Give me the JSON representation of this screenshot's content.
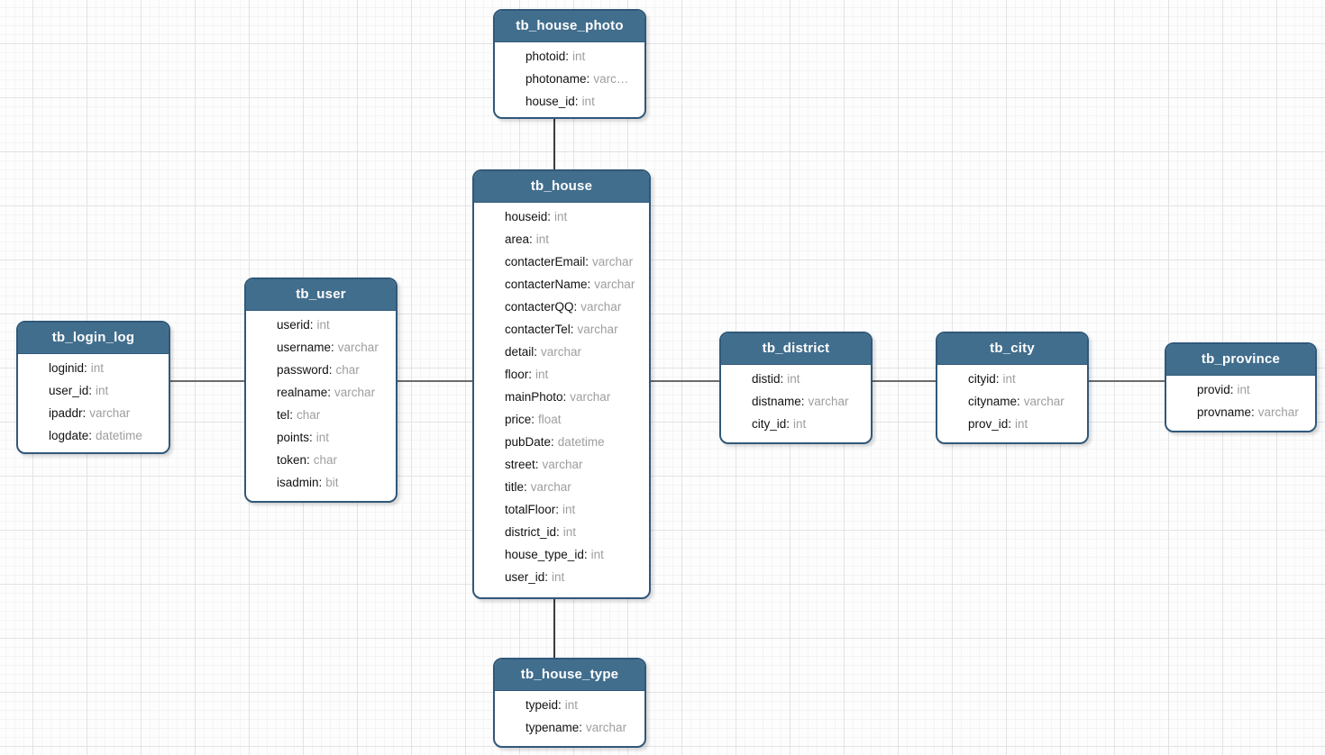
{
  "diagram_title": "database schema diagram",
  "colors": {
    "entity_header_fill": "#426e8d",
    "entity_border": "#30587a",
    "entity_body_fill": "#ffffff",
    "field_name_text": "#111111",
    "field_type_text": "#9e9e9e",
    "connector_line": "#6b6b6b",
    "grid_major_line": "#e3e3e3",
    "grid_minor_line": "#f4f4f4"
  },
  "entities": [
    {
      "id": "tb_house_photo",
      "title": "tb_house_photo",
      "fields": [
        {
          "name": "photoid:",
          "type": "int"
        },
        {
          "name": "photoname:",
          "type": "varc…"
        },
        {
          "name": "house_id:",
          "type": "int"
        }
      ]
    },
    {
      "id": "tb_house",
      "title": "tb_house",
      "fields": [
        {
          "name": "houseid:",
          "type": "int"
        },
        {
          "name": "area:",
          "type": "int"
        },
        {
          "name": "contacterEmail:",
          "type": "varchar"
        },
        {
          "name": "contacterName:",
          "type": "varchar"
        },
        {
          "name": "contacterQQ:",
          "type": "varchar"
        },
        {
          "name": "contacterTel:",
          "type": "varchar"
        },
        {
          "name": "detail:",
          "type": "varchar"
        },
        {
          "name": "floor:",
          "type": "int"
        },
        {
          "name": "mainPhoto:",
          "type": "varchar"
        },
        {
          "name": "price:",
          "type": "float"
        },
        {
          "name": "pubDate:",
          "type": "datetime"
        },
        {
          "name": "street:",
          "type": "varchar"
        },
        {
          "name": "title:",
          "type": "varchar"
        },
        {
          "name": "totalFloor:",
          "type": "int"
        },
        {
          "name": "district_id:",
          "type": "int"
        },
        {
          "name": "house_type_id:",
          "type": "int"
        },
        {
          "name": "user_id:",
          "type": "int"
        }
      ]
    },
    {
      "id": "tb_user",
      "title": "tb_user",
      "fields": [
        {
          "name": "userid:",
          "type": "int"
        },
        {
          "name": "username:",
          "type": "varchar"
        },
        {
          "name": "password:",
          "type": "char"
        },
        {
          "name": "realname:",
          "type": "varchar"
        },
        {
          "name": "tel:",
          "type": "char"
        },
        {
          "name": "points:",
          "type": "int"
        },
        {
          "name": "token:",
          "type": "char"
        },
        {
          "name": "isadmin:",
          "type": "bit"
        }
      ]
    },
    {
      "id": "tb_login_log",
      "title": "tb_login_log",
      "fields": [
        {
          "name": "loginid:",
          "type": "int"
        },
        {
          "name": "user_id:",
          "type": "int"
        },
        {
          "name": "ipaddr:",
          "type": "varchar"
        },
        {
          "name": "logdate:",
          "type": "datetime"
        }
      ]
    },
    {
      "id": "tb_district",
      "title": "tb_district",
      "fields": [
        {
          "name": "distid:",
          "type": "int"
        },
        {
          "name": "distname:",
          "type": "varchar"
        },
        {
          "name": "city_id:",
          "type": "int"
        }
      ]
    },
    {
      "id": "tb_city",
      "title": "tb_city",
      "fields": [
        {
          "name": "cityid:",
          "type": "int"
        },
        {
          "name": "cityname:",
          "type": "varchar"
        },
        {
          "name": "prov_id:",
          "type": "int"
        }
      ]
    },
    {
      "id": "tb_province",
      "title": "tb_province",
      "fields": [
        {
          "name": "provid:",
          "type": "int"
        },
        {
          "name": "provname:",
          "type": "varchar"
        }
      ]
    },
    {
      "id": "tb_house_type",
      "title": "tb_house_type",
      "fields": [
        {
          "name": "typeid:",
          "type": "int"
        },
        {
          "name": "typename:",
          "type": "varchar"
        }
      ]
    }
  ],
  "relationships": [
    {
      "from": "tb_login_log",
      "to": "tb_user",
      "orientation": "horizontal"
    },
    {
      "from": "tb_user",
      "to": "tb_house",
      "orientation": "horizontal"
    },
    {
      "from": "tb_house",
      "to": "tb_district",
      "orientation": "horizontal"
    },
    {
      "from": "tb_district",
      "to": "tb_city",
      "orientation": "horizontal"
    },
    {
      "from": "tb_city",
      "to": "tb_province",
      "orientation": "horizontal"
    },
    {
      "from": "tb_house_photo",
      "to": "tb_house",
      "orientation": "vertical"
    },
    {
      "from": "tb_house",
      "to": "tb_house_type",
      "orientation": "vertical"
    }
  ]
}
